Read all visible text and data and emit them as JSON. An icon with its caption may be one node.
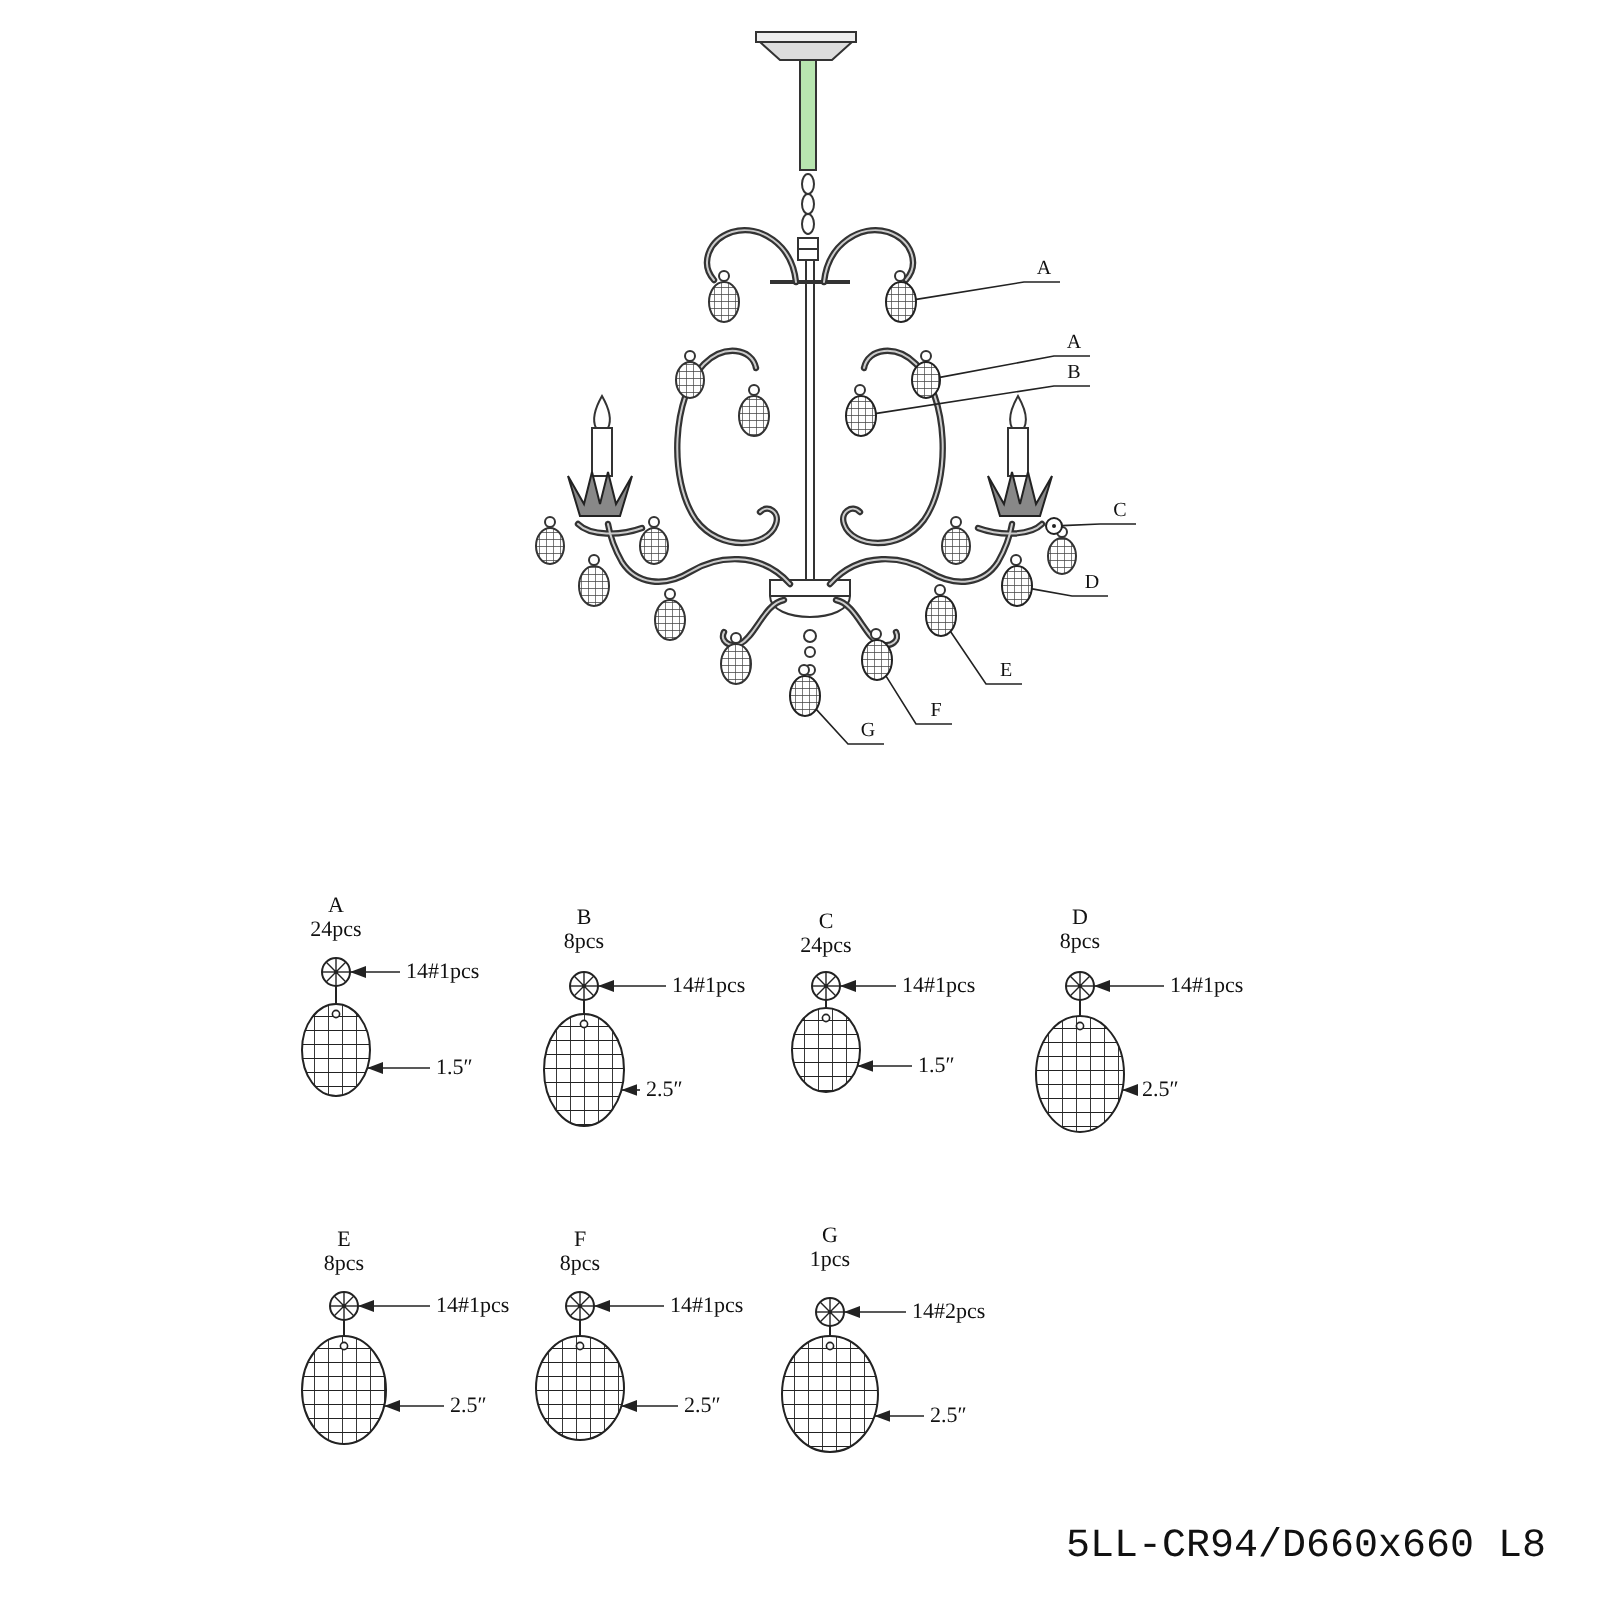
{
  "diagram": {
    "nodes": [
      {
        "text": [
          "A"
        ]
      },
      {
        "text": [
          "A"
        ]
      },
      {
        "text": [
          "B"
        ]
      },
      {
        "text": [
          "C"
        ]
      },
      {
        "text": [
          "D"
        ]
      },
      {
        "text": [
          "E"
        ]
      },
      {
        "text": [
          "F"
        ]
      },
      {
        "text": [
          "G"
        ]
      },
      {
        "text": [],
        "shape": "oval"
      },
      {
        "text": [],
        "shape": "oval"
      },
      {
        "text": [],
        "shape": "oval"
      },
      {
        "text": [],
        "shape": "circle"
      },
      {
        "text": [],
        "shape": "oval"
      },
      {
        "text": [],
        "shape": "oval"
      },
      {
        "text": [],
        "shape": "oval"
      },
      {
        "text": [],
        "shape": "oval"
      },
      {
        "text": [],
        "shape": "circle"
      },
      {
        "text": [
          "14#1pcs"
        ]
      },
      {
        "text": [],
        "shape": "oval"
      },
      {
        "text": [
          "1.5″"
        ]
      },
      {
        "text": [],
        "shape": "circle"
      },
      {
        "text": [
          "14#1pcs"
        ]
      },
      {
        "text": [],
        "shape": "oval"
      },
      {
        "text": [
          "2.5″"
        ]
      },
      {
        "text": [],
        "shape": "circle"
      },
      {
        "text": [
          "14#1pcs"
        ]
      },
      {
        "text": [],
        "shape": "oval"
      },
      {
        "text": [
          "1.5″"
        ]
      },
      {
        "text": [],
        "shape": "circle"
      },
      {
        "text": [
          "14#1pcs"
        ]
      },
      {
        "text": [],
        "shape": "oval"
      },
      {
        "text": [
          "2.5″"
        ]
      },
      {
        "text": [],
        "shape": "circle"
      },
      {
        "text": [
          "14#1pcs"
        ]
      },
      {
        "text": [],
        "shape": "oval"
      },
      {
        "text": [
          "2.5″"
        ]
      },
      {
        "text": [],
        "shape": "circle"
      },
      {
        "text": [
          "14#1pcs"
        ]
      },
      {
        "text": [],
        "shape": "oval"
      },
      {
        "text": [
          "2.5″"
        ]
      },
      {
        "text": [],
        "shape": "circle"
      },
      {
        "text": [
          "14#2pcs"
        ]
      },
      {
        "text": [],
        "shape": "oval"
      },
      {
        "text": [
          "2.5″"
        ]
      }
    ],
    "edges": [
      {
        "from": 0,
        "to": 8,
        "arrow": "none"
      },
      {
        "from": 1,
        "to": 9,
        "arrow": "none"
      },
      {
        "from": 2,
        "to": 10,
        "arrow": "none"
      },
      {
        "from": 3,
        "to": 11,
        "arrow": "none"
      },
      {
        "from": 4,
        "to": 12,
        "arrow": "none"
      },
      {
        "from": 5,
        "to": 13,
        "arrow": "none"
      },
      {
        "from": 6,
        "to": 14,
        "arrow": "none"
      },
      {
        "from": 7,
        "to": 15,
        "arrow": "none"
      },
      {
        "from": 17,
        "to": 16,
        "arrow": "to"
      },
      {
        "from": 19,
        "to": 18,
        "arrow": "to"
      },
      {
        "from": 16,
        "to": 18,
        "arrow": "none"
      },
      {
        "from": 21,
        "to": 20,
        "arrow": "to"
      },
      {
        "from": 23,
        "to": 22,
        "arrow": "to"
      },
      {
        "from": 20,
        "to": 22,
        "arrow": "none"
      },
      {
        "from": 25,
        "to": 24,
        "arrow": "to"
      },
      {
        "from": 27,
        "to": 26,
        "arrow": "to"
      },
      {
        "from": 24,
        "to": 26,
        "arrow": "none"
      },
      {
        "from": 29,
        "to": 28,
        "arrow": "to"
      },
      {
        "from": 31,
        "to": 30,
        "arrow": "to"
      },
      {
        "from": 28,
        "to": 30,
        "arrow": "none"
      },
      {
        "from": 33,
        "to": 32,
        "arrow": "to"
      },
      {
        "from": 35,
        "to": 34,
        "arrow": "to"
      },
      {
        "from": 32,
        "to": 34,
        "arrow": "none"
      },
      {
        "from": 37,
        "to": 36,
        "arrow": "to"
      },
      {
        "from": 39,
        "to": 38,
        "arrow": "to"
      },
      {
        "from": 36,
        "to": 38,
        "arrow": "none"
      },
      {
        "from": 41,
        "to": 40,
        "arrow": "to"
      },
      {
        "from": 43,
        "to": 42,
        "arrow": "to"
      },
      {
        "from": 40,
        "to": 42,
        "arrow": "none"
      }
    ],
    "labels": [
      "A",
      "24pcs",
      "B",
      "8pcs",
      "C",
      "24pcs",
      "D",
      "8pcs",
      "E",
      "8pcs",
      "F",
      "8pcs",
      "G",
      "1pcs",
      "5LL-CR94/D660x660 L8"
    ]
  }
}
